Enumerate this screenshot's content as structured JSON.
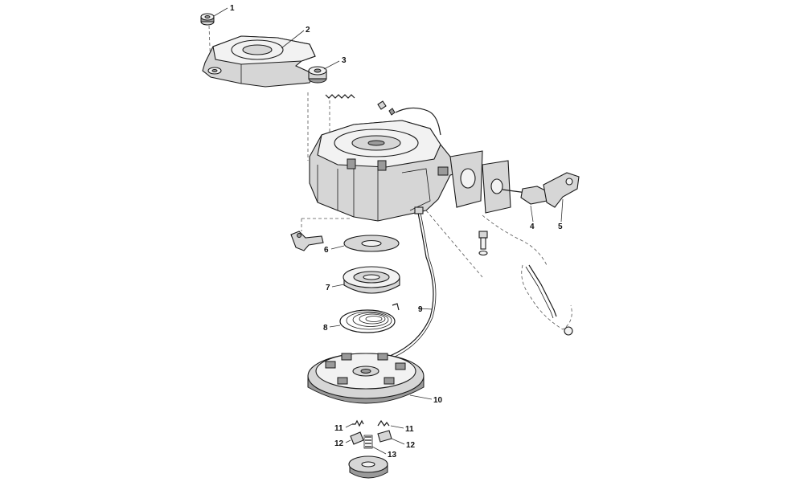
{
  "diagram": {
    "callouts": [
      {
        "id": "1",
        "label": "1"
      },
      {
        "id": "2",
        "label": "2"
      },
      {
        "id": "3",
        "label": "3"
      },
      {
        "id": "4",
        "label": "4"
      },
      {
        "id": "5",
        "label": "5"
      },
      {
        "id": "6",
        "label": "6"
      },
      {
        "id": "7",
        "label": "7"
      },
      {
        "id": "8",
        "label": "8"
      },
      {
        "id": "9",
        "label": "9"
      },
      {
        "id": "10",
        "label": "10"
      },
      {
        "id": "11a",
        "label": "11"
      },
      {
        "id": "11b",
        "label": "11"
      },
      {
        "id": "12a",
        "label": "12"
      },
      {
        "id": "12b",
        "label": "12"
      },
      {
        "id": "13",
        "label": "13"
      }
    ]
  }
}
